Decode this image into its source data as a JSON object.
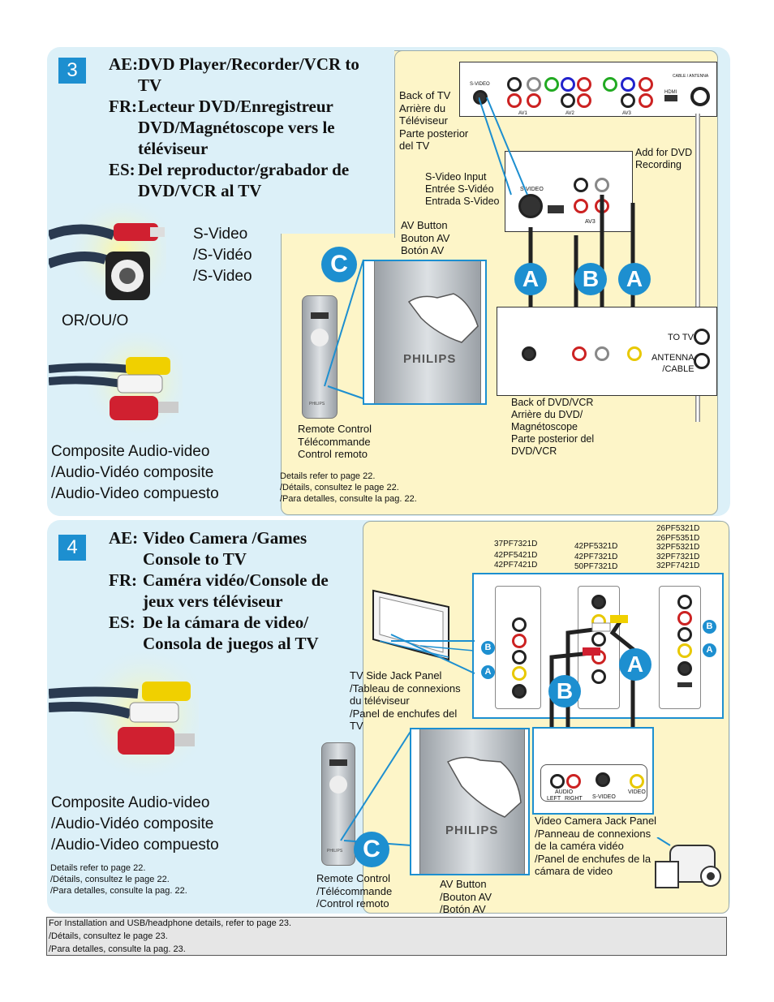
{
  "section3": {
    "number": "3",
    "headings": [
      {
        "code": "AE:",
        "text": "DVD Player/Recorder/VCR to TV"
      },
      {
        "code": "FR:",
        "text": "Lecteur DVD/Enregistreur DVD/Magnétoscope vers le téléviseur"
      },
      {
        "code": "ES:",
        "text": "Del reproductor/grabador de DVD/VCR al TV"
      }
    ],
    "svideo_label": [
      "S-Video",
      "/S-Vidéo",
      "/S-Video"
    ],
    "or_label": "OR/OU/O",
    "composite_label": [
      "Composite Audio-video",
      "/Audio-Vidéo composite",
      "/Audio-Video compuesto"
    ],
    "details": [
      "Details refer to page 22.",
      "/Détails, consultez le page 22.",
      "/Para detalles, consulte la pag. 22."
    ],
    "back_of_tv": [
      "Back of TV",
      "Arrière du",
      "Téléviseur",
      "Parte posterior",
      "del TV"
    ],
    "add_for_dvd": [
      "Add for DVD",
      "Recording"
    ],
    "svideo_input": [
      "S-Video Input",
      "Entrée S-Vidéo",
      "Entrada S-Video"
    ],
    "av_button": [
      "AV Button",
      "Bouton AV",
      "Botón AV"
    ],
    "remote_control": [
      "Remote Control",
      "Télécommande",
      "Control remoto"
    ],
    "back_of_dvd": [
      "Back of DVD/VCR",
      "Arrière du DVD/",
      "Magnétoscope",
      "Parte posterior del",
      "DVD/VCR"
    ],
    "to_tv": "TO TV",
    "antenna_cable": [
      "ANTENNA",
      "/CABLE"
    ],
    "jack_labels": {
      "svideo": "S-VIDEO",
      "av1": "AV1",
      "av2": "AV2",
      "av3": "AV3",
      "hdmi": "HDMI",
      "cable": "CABLE / ANTENNA"
    },
    "letters": {
      "c": "C",
      "a": "A",
      "b": "B"
    },
    "brand": "PHILIPS"
  },
  "section4": {
    "number": "4",
    "headings": [
      {
        "code": "AE:",
        "text": "Video Camera /Games Console to TV"
      },
      {
        "code": "FR:",
        "text": "Caméra vidéo/Console de jeux vers téléviseur"
      },
      {
        "code": "ES:",
        "text": "De la cámara de video/ Consola de juegos al TV"
      }
    ],
    "composite_label": [
      "Composite Audio-video",
      "/Audio-Vidéo composite",
      "/Audio-Video compuesto"
    ],
    "details": [
      "Details refer to page 22.",
      "/Détails, consultez le page 22.",
      "/Para detalles, consulte la pag. 22."
    ],
    "models_1": [
      "37PF7321D",
      "42PF5421D",
      "42PF7421D"
    ],
    "models_2": [
      "42PF5321D",
      "42PF7321D",
      "50PF7321D"
    ],
    "models_3": [
      "26PF5321D",
      "26PF5351D",
      "32PF5321D",
      "32PF7321D",
      "32PF7421D"
    ],
    "tv_side_jack": [
      "TV Side Jack Panel",
      "/Tableau de connexions",
      "du téléviseur",
      "/Panel de enchufes del",
      "TV"
    ],
    "video_camera_jack": [
      "Video Camera Jack Panel",
      "/Panneau de connexions",
      "de la caméra vidéo",
      "/Panel de enchufes de la",
      "cámara de video"
    ],
    "remote_control": [
      "Remote Control",
      "/Télécommande",
      "/Control remoto"
    ],
    "av_button": [
      "AV Button",
      "/Bouton AV",
      "/Botón AV"
    ],
    "cam_jacks": {
      "audio": "AUDIO",
      "left": "LEFT",
      "right": "RIGHT",
      "svideo": "S-VIDEO",
      "video": "VIDEO"
    },
    "letters": {
      "a": "A",
      "b": "B",
      "c": "C"
    },
    "brand": "PHILIPS"
  },
  "footer": [
    "For Installation and USB/headphone details, refer to page 23.",
    "/Détails, consultez le page 23.",
    "/Para detalles, consulte la pag. 23."
  ],
  "colors": {
    "panel": "#dcf0f8",
    "yellow": "#fdf5c8",
    "accent": "#1d8fd0",
    "red": "#cc2233",
    "white": "#ffffff",
    "video": "#f2d000"
  }
}
